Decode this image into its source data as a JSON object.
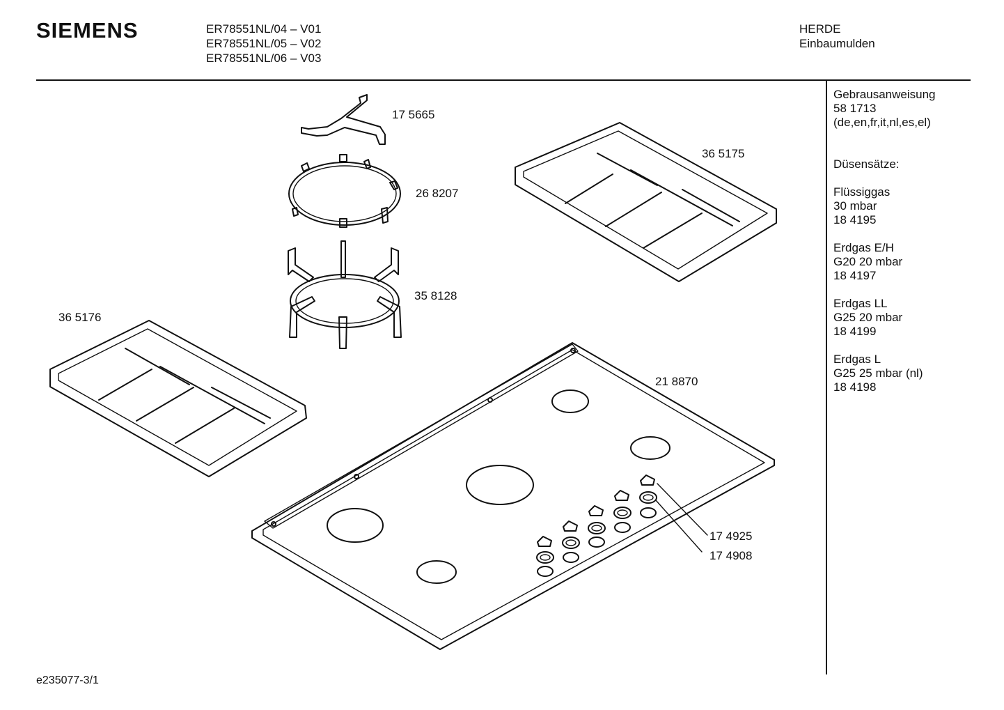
{
  "header": {
    "brand": "SIEMENS",
    "models": [
      "ER78551NL/04 – V01",
      "ER78551NL/05 – V02",
      "ER78551NL/06 – V03"
    ],
    "category": [
      "HERDE",
      "Einbaumulden"
    ]
  },
  "sidebar": {
    "manual_label": "Gebrausanweisung",
    "manual_number": "58 1713",
    "manual_languages": "(de,en,fr,it,nl,es,el)",
    "nozzle_sets_label": "Düsensätze:",
    "nozzle_sets": [
      {
        "gas": "Flüssiggas",
        "pressure": "30 mbar",
        "part": "18 4195"
      },
      {
        "gas": "Erdgas E/H",
        "pressure": "G20 20 mbar",
        "part": "18 4197"
      },
      {
        "gas": "Erdgas LL",
        "pressure": "G25 20 mbar",
        "part": "18 4199"
      },
      {
        "gas": "Erdgas L",
        "pressure": "G25 25 mbar (nl)",
        "part": "18 4198"
      }
    ]
  },
  "parts": {
    "wok_support_star": "17 5665",
    "wok_ring": "26 8207",
    "wok_stand": "35 8128",
    "pan_support_right": "36 5175",
    "pan_support_left": "36 5176",
    "hob_top": "21 8870",
    "knob": "17 4925",
    "knob_ring": "17 4908"
  },
  "footer": {
    "drawing_id": "e235077-3/1"
  }
}
